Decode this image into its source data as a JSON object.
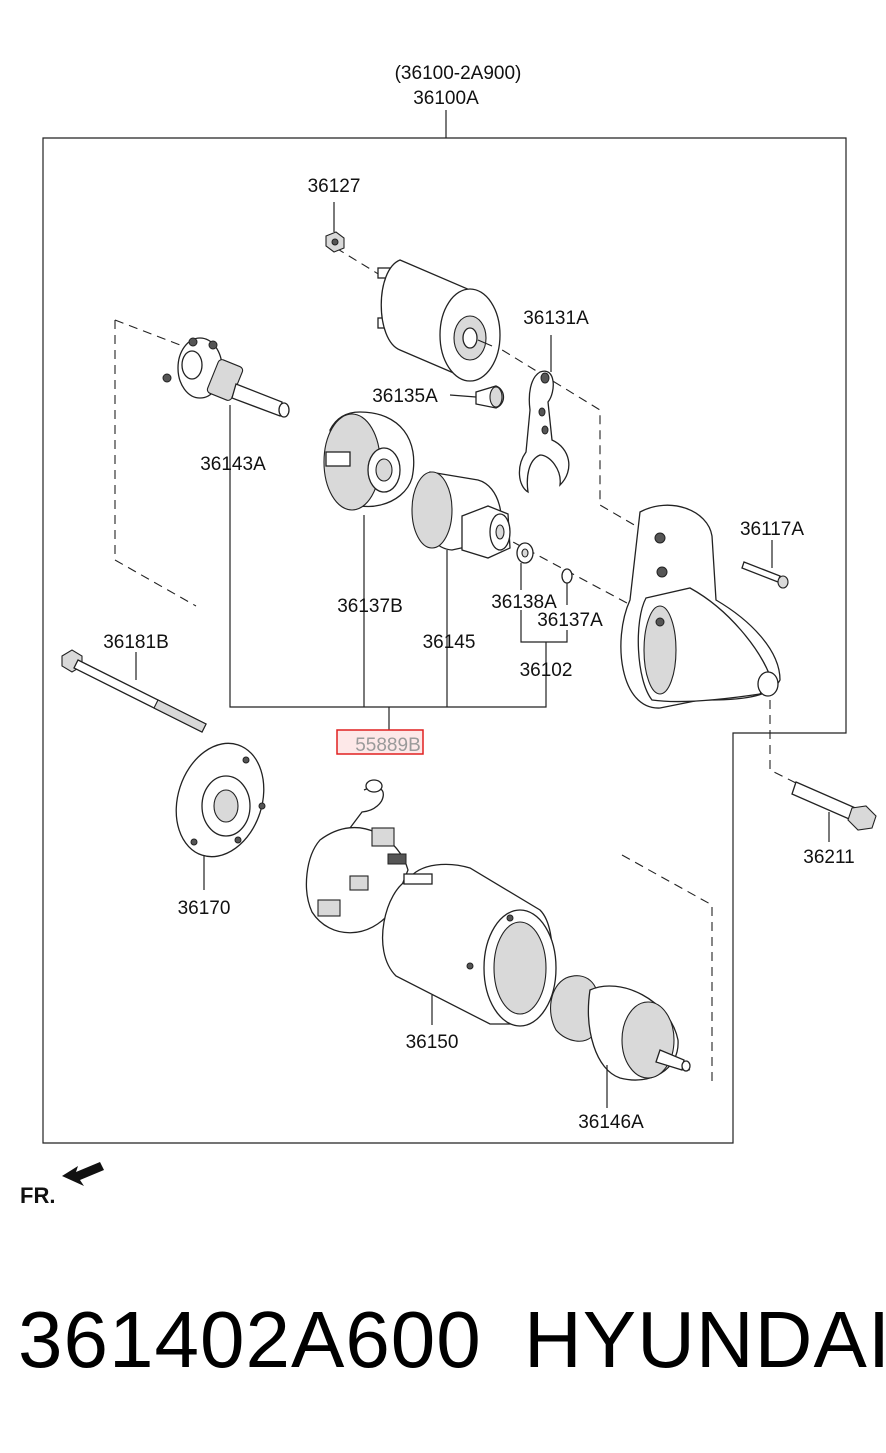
{
  "assembly": {
    "alt_number": "(36100-2A900)",
    "number": "36100A"
  },
  "labels": {
    "p36127": "36127",
    "p36131A": "36131A",
    "p36135A": "36135A",
    "p36143A": "36143A",
    "p36117A": "36117A",
    "p36137B": "36137B",
    "p36138A": "36138A",
    "p36137A": "36137A",
    "p36145": "36145",
    "p36102": "36102",
    "p36181B": "36181B",
    "p55889B": "55889B",
    "p36211": "36211",
    "p36170": "36170",
    "p36150": "36150",
    "p36146A": "36146A"
  },
  "direction": "FR.",
  "footer": {
    "part_number": "361402A600",
    "brand": "HYUNDAI"
  },
  "colors": {
    "highlight": "#e02020",
    "highlight_fill": "#fde8e8"
  }
}
